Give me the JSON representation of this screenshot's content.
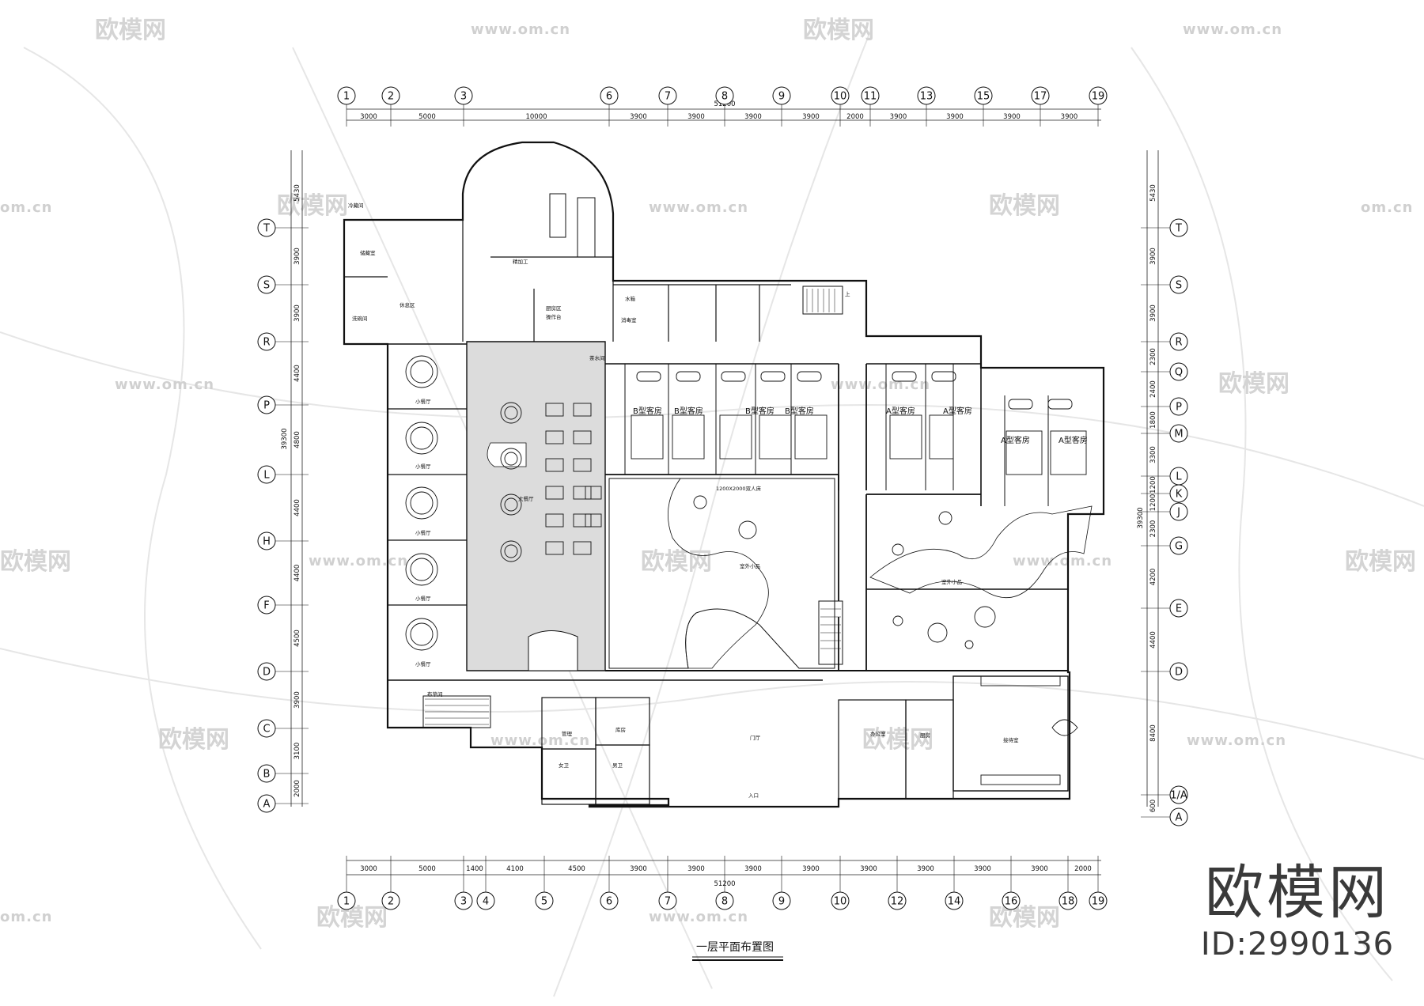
{
  "watermark": {
    "brand": "欧模网",
    "url": "www.om.cn",
    "url_short": "om.cn"
  },
  "drawing": {
    "title": "一层平面布置图"
  },
  "brand_badge": {
    "name": "欧模网",
    "id": "ID:2990136"
  },
  "grid_top": [
    "1",
    "2",
    "3",
    "6",
    "7",
    "8",
    "9",
    "10",
    "11",
    "13",
    "15",
    "17",
    "19"
  ],
  "grid_bottom": [
    "1",
    "2",
    "3",
    "4",
    "5",
    "6",
    "7",
    "8",
    "9",
    "10",
    "12",
    "14",
    "16",
    "18",
    "19"
  ],
  "grid_left": [
    "T",
    "S",
    "R",
    "P",
    "L",
    "H",
    "F",
    "D",
    "C",
    "B",
    "A"
  ],
  "grid_right": [
    "T",
    "S",
    "R",
    "Q",
    "P",
    "M",
    "L",
    "K",
    "J",
    "G",
    "E",
    "D",
    "1/A",
    "A"
  ],
  "dims_top": [
    "3000",
    "5000",
    "10000",
    "3900",
    "3900",
    "3900",
    "3900",
    "2000",
    "3900",
    "3900",
    "3900",
    "3900"
  ],
  "dims_top_total": "51200",
  "dims_bottom": [
    "3000",
    "5000",
    "1400",
    "4100",
    "4500",
    "3900",
    "3900",
    "3900",
    "3900",
    "3900",
    "3900",
    "3900",
    "3900",
    "2000"
  ],
  "dims_bottom_total": "51200",
  "dims_left": [
    "5430",
    "3900",
    "3900",
    "4400",
    "4800",
    "4400",
    "4400",
    "4500",
    "3900",
    "3100",
    "2000"
  ],
  "dims_left_total": "39300",
  "dims_right": [
    "5430",
    "3900",
    "3900",
    "2300",
    "2400",
    "1800",
    "3300",
    "1200",
    "1200",
    "2300",
    "4200",
    "4400",
    "8400",
    "600"
  ],
  "dims_right_total": "39300",
  "rooms": {
    "fine_processing": "精加工",
    "stove_area": "厨房区",
    "stove_station": "操作台",
    "disinfection": "消毒室",
    "wash": "洗碗间",
    "storage": "储藏室",
    "lounge": "休息区",
    "cold_room": "冷藏间",
    "hall": "大餐厅",
    "private_room": "小餐厅",
    "b_room": "B型客房",
    "a_room": "A型客房",
    "bed_note": "1200X2000双人床",
    "courtyard": "室外小品",
    "lobby": "门厅",
    "entrance": "入口",
    "women_wc": "女卫",
    "men_wc": "男卫",
    "manager": "管理",
    "office": "办公室",
    "reception": "接待室",
    "stair_up": "上",
    "store": "库房",
    "water": "水箱",
    "linen": "布草间",
    "kitchen_small": "厨房",
    "tea": "茶水间"
  }
}
